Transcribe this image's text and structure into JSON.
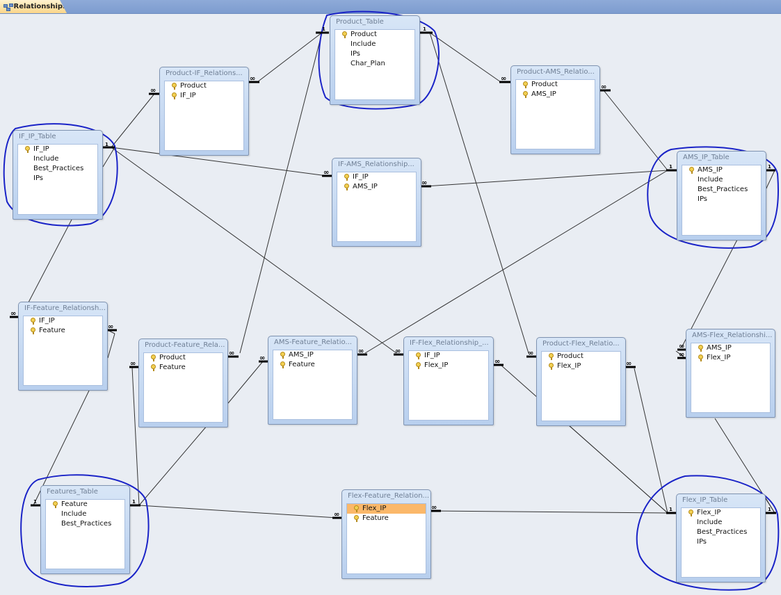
{
  "tab": {
    "label": "Relationships",
    "icon": "relationships-icon"
  },
  "colors": {
    "line": "#333333",
    "annotation": "#1a23c7",
    "selected_field": "#fbb86a"
  },
  "tables": {
    "product_table": {
      "title": "Product_Table",
      "fields": [
        {
          "name": "Product",
          "key": true
        },
        {
          "name": "Include",
          "key": false
        },
        {
          "name": "IPs",
          "key": false
        },
        {
          "name": "Char_Plan",
          "key": false
        }
      ]
    },
    "product_if": {
      "title": "Product-IF_Relations...",
      "fields": [
        {
          "name": "Product",
          "key": true
        },
        {
          "name": "IF_IP",
          "key": true
        }
      ]
    },
    "product_ams": {
      "title": "Product-AMS_Relatio...",
      "fields": [
        {
          "name": "Product",
          "key": true
        },
        {
          "name": "AMS_IP",
          "key": true
        }
      ]
    },
    "if_ip_table": {
      "title": "IF_IP_Table",
      "fields": [
        {
          "name": "IF_IP",
          "key": true
        },
        {
          "name": "Include",
          "key": false
        },
        {
          "name": "Best_Practices",
          "key": false
        },
        {
          "name": "IPs",
          "key": false
        }
      ]
    },
    "if_ams": {
      "title": "IF-AMS_Relationship...",
      "fields": [
        {
          "name": "IF_IP",
          "key": true
        },
        {
          "name": "AMS_IP",
          "key": true
        }
      ]
    },
    "ams_ip_table": {
      "title": "AMS_IP_Table",
      "fields": [
        {
          "name": "AMS_IP",
          "key": true
        },
        {
          "name": "Include",
          "key": false
        },
        {
          "name": "Best_Practices",
          "key": false
        },
        {
          "name": "IPs",
          "key": false
        }
      ]
    },
    "if_feature": {
      "title": "IF-Feature_Relationsh...",
      "fields": [
        {
          "name": "IF_IP",
          "key": true
        },
        {
          "name": "Feature",
          "key": true
        }
      ]
    },
    "product_feature": {
      "title": "Product-Feature_Rela...",
      "fields": [
        {
          "name": "Product",
          "key": true
        },
        {
          "name": "Feature",
          "key": true
        }
      ]
    },
    "ams_feature": {
      "title": "AMS-Feature_Relatio...",
      "fields": [
        {
          "name": "AMS_IP",
          "key": true
        },
        {
          "name": "Feature",
          "key": true
        }
      ]
    },
    "if_flex": {
      "title": "IF-Flex_Relationship_...",
      "fields": [
        {
          "name": "IF_IP",
          "key": true
        },
        {
          "name": "Flex_IP",
          "key": true
        }
      ]
    },
    "product_flex": {
      "title": "Product-Flex_Relatio...",
      "fields": [
        {
          "name": "Product",
          "key": true
        },
        {
          "name": "Flex_IP",
          "key": true
        }
      ]
    },
    "ams_flex": {
      "title": "AMS-Flex_Relationshi...",
      "fields": [
        {
          "name": "AMS_IP",
          "key": true
        },
        {
          "name": "Flex_IP",
          "key": true
        }
      ]
    },
    "features_table": {
      "title": "Features_Table",
      "fields": [
        {
          "name": "Feature",
          "key": true
        },
        {
          "name": "Include",
          "key": false
        },
        {
          "name": "Best_Practices",
          "key": false
        }
      ]
    },
    "flex_feature": {
      "title": "Flex-Feature_Relation...",
      "fields": [
        {
          "name": "Flex_IP",
          "key": true,
          "selected": true
        },
        {
          "name": "Feature",
          "key": true
        }
      ]
    },
    "flex_ip_table": {
      "title": "Flex_IP_Table",
      "fields": [
        {
          "name": "Flex_IP",
          "key": true
        },
        {
          "name": "Include",
          "key": false
        },
        {
          "name": "Best_Practices",
          "key": false
        },
        {
          "name": "IPs",
          "key": false
        }
      ]
    }
  },
  "cardinality": {
    "one": "1",
    "many": "∞"
  }
}
